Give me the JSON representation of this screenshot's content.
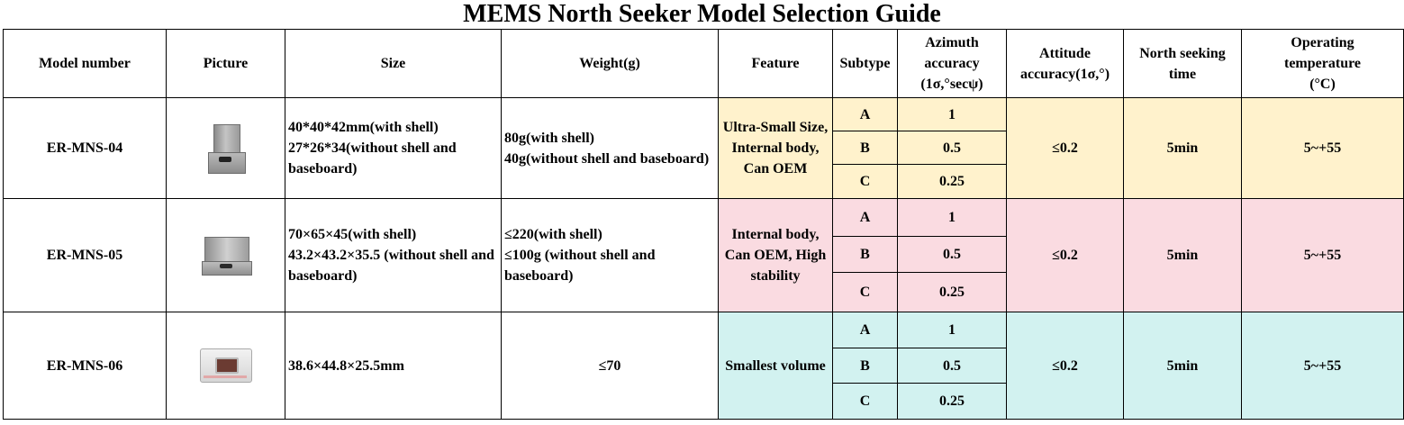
{
  "title": "MEMS North Seeker Model Selection Guide",
  "headers": {
    "model": "Model number",
    "picture": "Picture",
    "size": "Size",
    "weight": "Weight(g)",
    "feature": "Feature",
    "subtype": "Subtype",
    "azimuth": [
      "Azimuth",
      "accuracy",
      "(1σ,°secψ)"
    ],
    "attitude": [
      "Attitude",
      "accuracy(1σ,°)"
    ],
    "north_time": [
      "North seeking",
      "time"
    ],
    "temp": [
      "Operating",
      "temperature",
      "(°C)"
    ]
  },
  "rows": [
    {
      "model": "ER-MNS-04",
      "picture_icon": "north-seeker-er-mns-04-image",
      "size": [
        "40*40*42mm(with shell)",
        "27*26*34(without shell and baseboard)"
      ],
      "weight": [
        "80g(with shell)",
        "40g(without shell and baseboard)"
      ],
      "feature": "Ultra-Small Size, Internal body, Can OEM",
      "subtypes": [
        {
          "subtype": "A",
          "azimuth": "1"
        },
        {
          "subtype": "B",
          "azimuth": "0.5"
        },
        {
          "subtype": "C",
          "azimuth": "0.25"
        }
      ],
      "attitude": "≤0.2",
      "north_time": "5min",
      "temp": "5~+55",
      "color": "#fff2cc"
    },
    {
      "model": "ER-MNS-05",
      "picture_icon": "north-seeker-er-mns-05-image",
      "size": [
        "70×65×45(with shell)",
        "43.2×43.2×35.5 (without shell and baseboard)"
      ],
      "weight": [
        "≤220(with shell)",
        "≤100g (without shell and baseboard)"
      ],
      "feature": "Internal body, Can OEM, High stability",
      "subtypes": [
        {
          "subtype": "A",
          "azimuth": "1"
        },
        {
          "subtype": "B",
          "azimuth": "0.5"
        },
        {
          "subtype": "C",
          "azimuth": "0.25"
        }
      ],
      "attitude": "≤0.2",
      "north_time": "5min",
      "temp": "5~+55",
      "color": "#fadbe1"
    },
    {
      "model": "ER-MNS-06",
      "picture_icon": "north-seeker-er-mns-06-image",
      "size": [
        "38.6×44.8×25.5mm"
      ],
      "weight": [
        "≤70"
      ],
      "feature": "Smallest volume",
      "subtypes": [
        {
          "subtype": "A",
          "azimuth": "1"
        },
        {
          "subtype": "B",
          "azimuth": "0.5"
        },
        {
          "subtype": "C",
          "azimuth": "0.25"
        }
      ],
      "attitude": "≤0.2",
      "north_time": "5min",
      "temp": "5~+55",
      "color": "#d2f2f0"
    }
  ]
}
